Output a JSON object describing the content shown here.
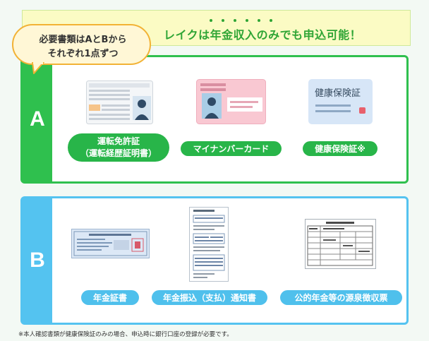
{
  "banner": {
    "text": "レイクは年金収入のみでも申込可能！"
  },
  "bubble": {
    "line1": "必要書類はAとBから",
    "line2": "それぞれ1点ずつ"
  },
  "section_a": {
    "label": "A",
    "items": [
      {
        "label_line1": "運転免許証",
        "label_line2": "（運転経歴証明書）"
      },
      {
        "label": "マイナンバーカード"
      },
      {
        "label": "健康保険証※",
        "card_title": "健康保険証"
      }
    ]
  },
  "section_b": {
    "label": "B",
    "items": [
      {
        "label": "年金証書"
      },
      {
        "label": "年金振込（支払）通知書"
      },
      {
        "label": "公的年金等の源泉徴収票"
      }
    ]
  },
  "footnote": "※本人確認書類が健康保険証のみの場合、申込時に銀行口座の登録が必要です。",
  "colors": {
    "section_a": "#2fc04e",
    "section_b": "#54c3f0",
    "banner_bg": "#fbfbc4",
    "bubble_border": "#f2b235"
  }
}
